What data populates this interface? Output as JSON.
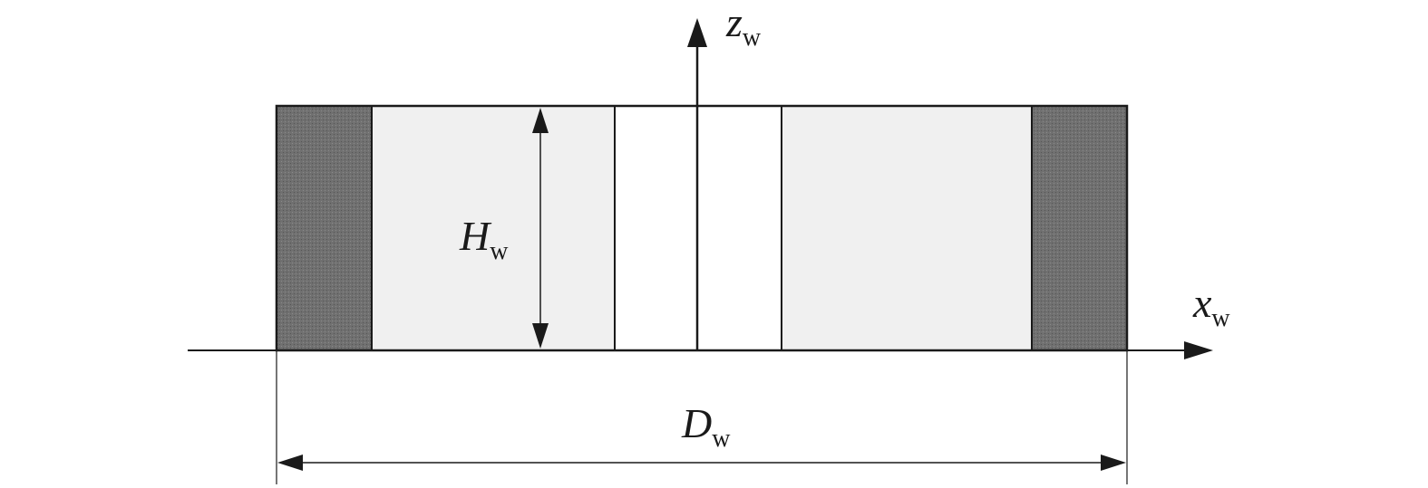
{
  "labels": {
    "z_axis": {
      "symbol": "z",
      "subscript": "w"
    },
    "x_axis": {
      "symbol": "x",
      "subscript": "w"
    },
    "height": {
      "symbol": "H",
      "subscript": "w"
    },
    "diameter": {
      "symbol": "D",
      "subscript": "w"
    }
  },
  "colors": {
    "line": "#1a1a1a",
    "outer_ring": "#6f6f6f",
    "inner_ring": "#f0f0f0",
    "core": "#ffffff",
    "background": "#ffffff"
  }
}
